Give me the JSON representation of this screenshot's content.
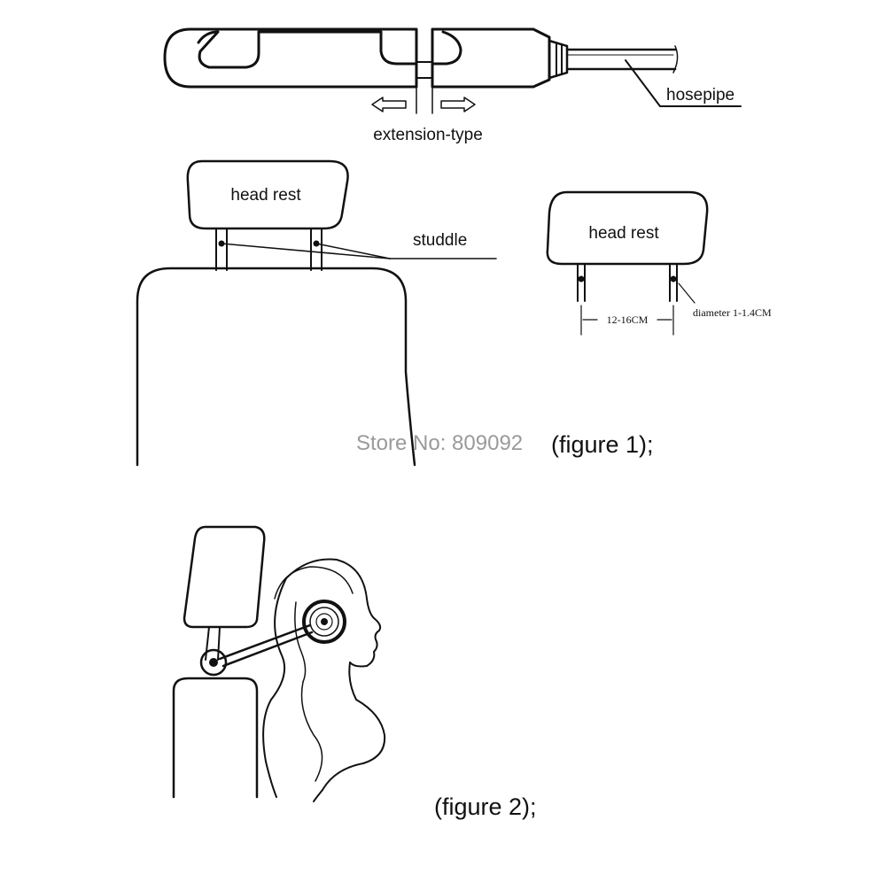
{
  "mount_diagram": {
    "extension_label": "extension-type",
    "hosepipe_label": "hosepipe"
  },
  "figure1": {
    "headrest_label": "head rest",
    "studdle_label": "studdle",
    "headrest_small_label": "head rest",
    "spacing_label": "12-16CM",
    "diameter_label": "diameter 1-1.4CM",
    "watermark": "Store No: 809092",
    "caption": "(figure 1);"
  },
  "figure2": {
    "caption": "(figure 2);"
  }
}
